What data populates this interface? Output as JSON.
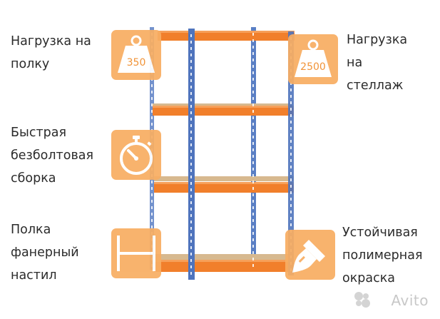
{
  "features": {
    "shelf_load": {
      "lines": [
        "Нагрузка на",
        "полку"
      ],
      "weight": "350",
      "icon": "weight-icon"
    },
    "rack_load": {
      "lines": [
        "Нагрузка",
        "на",
        "стеллаж"
      ],
      "weight": "2500",
      "icon": "weight-icon"
    },
    "assembly": {
      "lines": [
        "Быстрая",
        "безболтовая",
        "сборка"
      ],
      "icon": "stopwatch-icon"
    },
    "deck": {
      "lines": [
        "Полка",
        "фанерный",
        "настил"
      ],
      "icon": "shelf-profile-icon"
    },
    "paint": {
      "lines": [
        "Устойчивая",
        "полимерная",
        "окраска"
      ],
      "icon": "paint-brush-icon"
    }
  },
  "watermark": "Avito",
  "colors": {
    "badge": "#f8ae63",
    "beam_orange": "#f17f2b",
    "upright_blue": "#5a7fc4",
    "deck_wood": "#d7b98f",
    "text": "#2b2b2b"
  }
}
